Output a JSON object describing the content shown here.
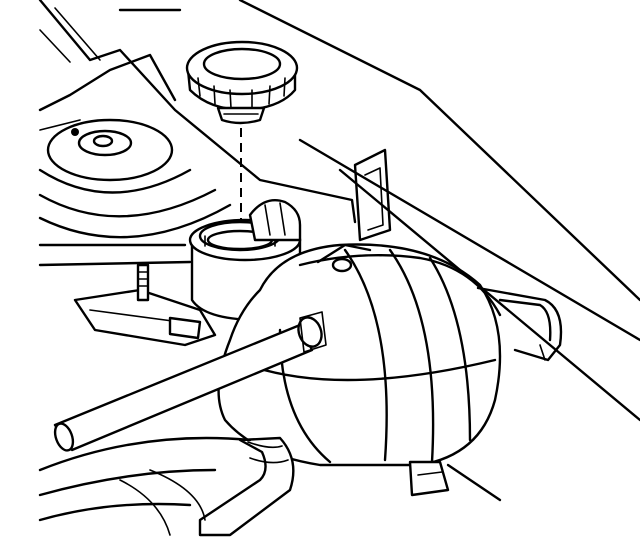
{
  "figure": {
    "caption": "",
    "callouts": []
  },
  "parts": {
    "pressure_cap": "pressure-cap",
    "filler_neck": "filler-neck",
    "reservoir": "coolant-reservoir",
    "overflow_hose": "overflow-hose",
    "vent_tube": "vent-tube",
    "lower_hose": "lower-hose",
    "strut_tower": "strut-tower",
    "mounting_bracket": "mounting-bracket",
    "mounting_stud": "mounting-stud"
  },
  "colors": {
    "line": "#000000",
    "background": "#ffffff"
  }
}
